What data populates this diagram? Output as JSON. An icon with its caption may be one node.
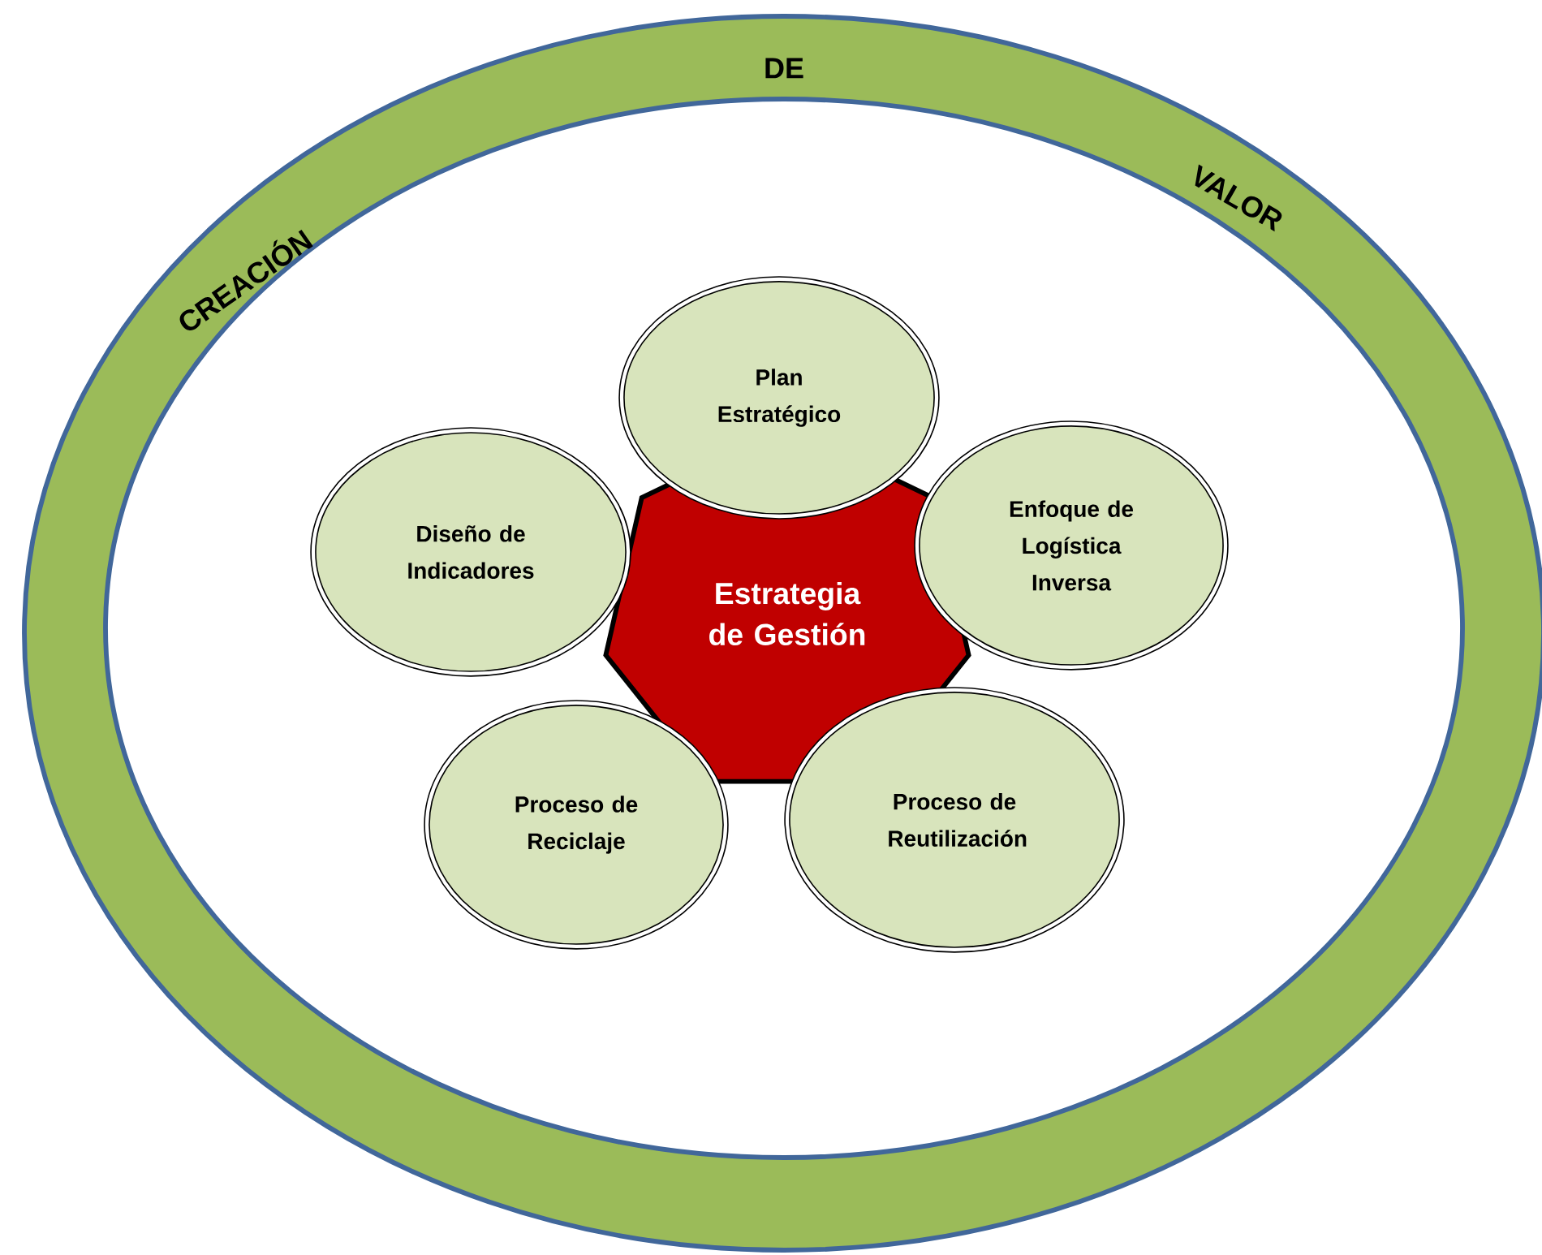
{
  "diagram": {
    "nodes": [
      {
        "text": [
          "CREACIÓN",
          "DE",
          "VALOR"
        ]
      },
      {
        "text": [
          "Estrategia de Gestión"
        ],
        "in": 0
      },
      {
        "text": [
          "Plan Estratégico"
        ],
        "in": 0
      },
      {
        "text": [
          "Diseño de Indicadores"
        ],
        "in": 0
      },
      {
        "text": [
          "Enfoque de Logística Inversa"
        ],
        "in": 0
      },
      {
        "text": [
          "Proceso de Reciclaje"
        ],
        "in": 0
      },
      {
        "text": [
          "Proceso de Reutilización"
        ],
        "in": 0
      }
    ]
  }
}
